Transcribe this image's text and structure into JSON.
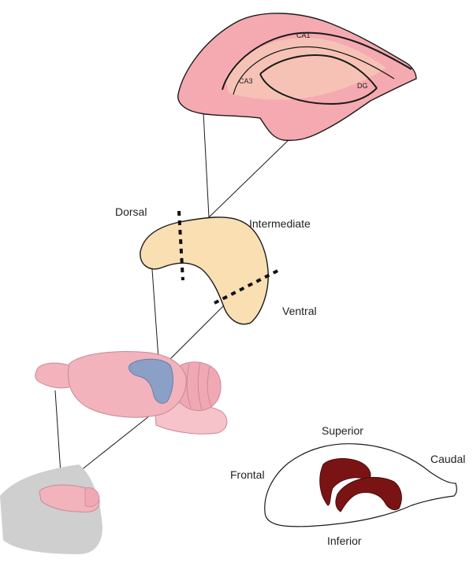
{
  "hippocampus_section": {
    "labels": {
      "ca1": "CA1",
      "ca3": "CA3",
      "dg": "DG"
    }
  },
  "hippocampus_axis": {
    "labels": {
      "dorsal": "Dorsal",
      "intermediate": "Intermediate",
      "ventral": "Ventral"
    }
  },
  "orientation": {
    "labels": {
      "superior": "Superior",
      "inferior": "Inferior",
      "frontal": "Frontal",
      "caudal": "Caudal"
    }
  },
  "colors": {
    "section_fill": "#f4aab0",
    "section_inner": "#f8c8b8",
    "hippocampus_fill": "#f9dfb1",
    "brain_fill": "#f2b3bd",
    "hippocampus_in_brain": "#8aa0c6",
    "shadow": "#cfcfcf",
    "outline_hippocampus": "#7a1414",
    "line": "#1a1a1a"
  }
}
